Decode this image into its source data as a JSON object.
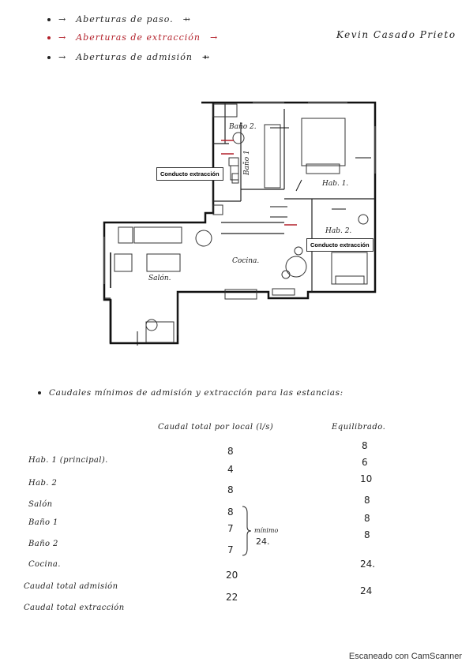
{
  "legend": [
    {
      "arrow": "→",
      "text": "Aberturas de paso.",
      "symbol": "⇸",
      "color": "#222222"
    },
    {
      "arrow": "→",
      "text": "Aberturas de extracción",
      "symbol": "→",
      "color": "#b3202a"
    },
    {
      "arrow": "→",
      "text": "Aberturas de admisión",
      "symbol": "⇻",
      "color": "#222222"
    }
  ],
  "author": "Kevin Casado Prieto",
  "plan": {
    "labels": {
      "bano2": "Baño 2.",
      "bano1": "Baño 1",
      "hab1": "Hab. 1.",
      "hab2": "Hab. 2.",
      "salon": "Salón.",
      "cocina": "Cocina."
    },
    "conducto1": "Conducto extracción",
    "conducto2": "Conducto extracción"
  },
  "section_title": "Caudales mínimos de admisión y extracción para las estancias:",
  "table": {
    "col_caudal": "Caudal total por local (l/s)",
    "col_equilibrado": "Equilibrado.",
    "rows": [
      {
        "label": "Hab. 1 (principal).",
        "caudal": "8",
        "equilibrado": "8"
      },
      {
        "label": "Hab. 2",
        "caudal": "4",
        "equilibrado": "6"
      },
      {
        "label": "Salón",
        "caudal": "8",
        "equilibrado": "10"
      },
      {
        "label": "Baño 1",
        "caudal": "8",
        "equilibrado": "8"
      },
      {
        "label": "Baño 2",
        "caudal": "7",
        "equilibrado": "8"
      },
      {
        "label": "Cocina.",
        "caudal": "7",
        "equilibrado": "8"
      },
      {
        "label": "Caudal total admisión",
        "caudal": "20",
        "equilibrado": "24."
      },
      {
        "label": "Caudal total extracción",
        "caudal": "22",
        "equilibrado": "24"
      }
    ],
    "brace_note": "mínimo",
    "brace_value": "24."
  },
  "footer": "Escaneado con CamScanner"
}
